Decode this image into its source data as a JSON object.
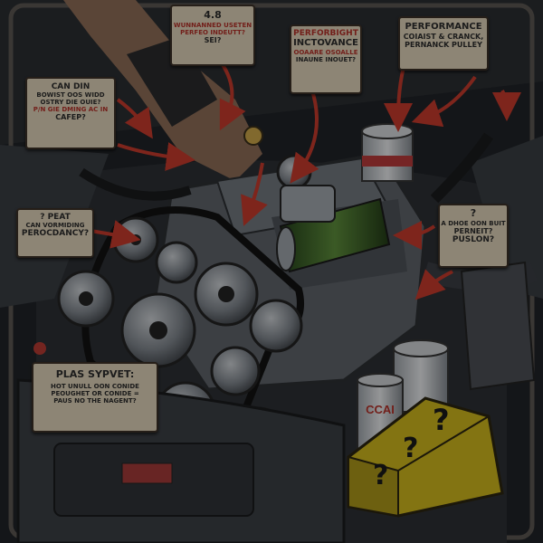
{
  "callouts": {
    "top_center": {
      "l1": "4.8",
      "l2": "WUNNANNED USETEN",
      "l3": "PERFEO INDEUTT?",
      "l4": "SEI?"
    },
    "performance_advance": {
      "l1": "PERFORBIGHT",
      "l2": "INCTOVANCE",
      "l3": "OOAARE OSOALLE",
      "l4": "INAUNE INOUET?"
    },
    "top_right": {
      "l1": "PERFORMANCE",
      "l2": "COIAIST & CRANCK,",
      "l3": "PERNANCK PULLEY"
    },
    "left_upper": {
      "l1": "CAN DIN",
      "l2": "BOWIST OOS WIDD",
      "l3": "OSTRY DIE OUIE?",
      "l4": "P/N GIE DMING AC IN",
      "l5": "CAFEP?"
    },
    "left_middle": {
      "l1": "? PEAT",
      "l2": "CAN VORMIDING",
      "l3": "PEROCDANCY?"
    },
    "right_middle": {
      "l1": "?",
      "l2": "A DHOE OON BUIT",
      "l3": "PERNEIT?",
      "l4": "PUSLON?"
    },
    "bottom_left": {
      "l1": "PLAS SYPVET:",
      "l2": "HOT UNULL OON CONIDE",
      "l3": "PEOUGHET OR CONIDE =",
      "l4": "PAUS NO THE NAGENT?"
    }
  },
  "can_text": "CCAI",
  "box_marks": [
    "?",
    "?",
    "?"
  ],
  "colors": {
    "callout_bg": "#d9cdb4",
    "callout_text": "#2b2b2b",
    "accent_red": "#c23a2c",
    "engine_metal": "#8a8f96",
    "canister_green": "#3f6a2c",
    "box_yellow": "#c9b21c"
  }
}
